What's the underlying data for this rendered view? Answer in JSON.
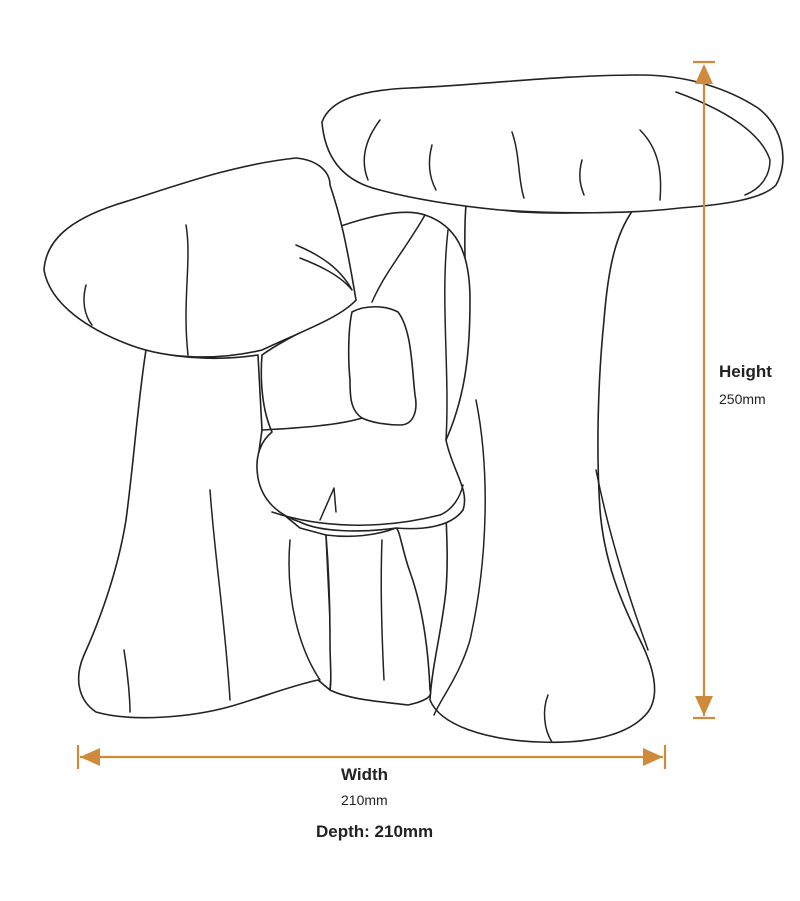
{
  "dimensions": {
    "height": {
      "label": "Height",
      "value": "250mm"
    },
    "width": {
      "label": "Width",
      "value": "210mm"
    },
    "depth": {
      "text": "Depth: 210mm"
    }
  },
  "colors": {
    "dimension_line": "#cf8a3c",
    "outline": "#222222",
    "background": "#ffffff"
  },
  "icons": {
    "product": "mushroom-cluster-ornament-icon",
    "height_arrow": "vertical-dimension-arrow-icon",
    "width_arrow": "horizontal-dimension-arrow-icon"
  }
}
